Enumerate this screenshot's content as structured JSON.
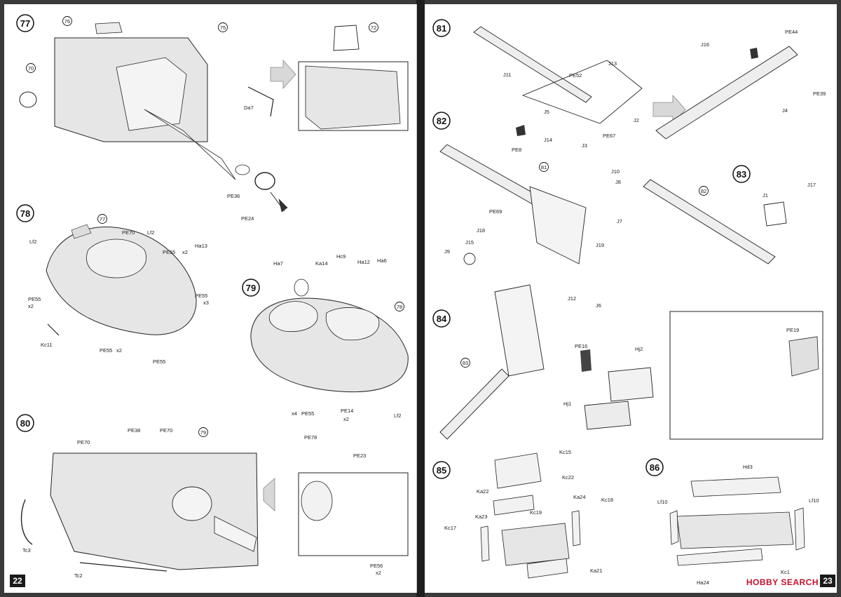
{
  "pages": {
    "left": {
      "number": "22",
      "steps": {
        "s77": {
          "num": "77",
          "parts": [
            "76",
            "75",
            "70",
            "72",
            "Da7",
            "PE36",
            "PE24"
          ]
        },
        "s78": {
          "num": "78",
          "parts": [
            "77",
            "PE70",
            "Lf2",
            "PE55",
            "x2",
            "Ha13",
            "Lf2",
            "PE55",
            "x2",
            "PE55",
            "x3",
            "Kc11",
            "PE55",
            "x2",
            "PE55"
          ]
        },
        "s79": {
          "num": "79",
          "parts": [
            "Ha7",
            "Ka14",
            "Hc9",
            "Ha12",
            "Ha6",
            "78",
            "x4",
            "PE55",
            "PE14",
            "x2",
            "Lf2",
            "PE78"
          ]
        },
        "s80": {
          "num": "80",
          "parts": [
            "PE70",
            "PE38",
            "PE70",
            "79",
            "PE23",
            "Tc3",
            "Tc2",
            "PE56",
            "x2"
          ]
        }
      }
    },
    "right": {
      "number": "23",
      "steps": {
        "s81": {
          "num": "81",
          "parts": [
            "J11",
            "J13",
            "PE52",
            "J5",
            "J14",
            "J3",
            "J2",
            "PE67",
            "PE8",
            "J16",
            "PE44",
            "J4",
            "PE39"
          ]
        },
        "s82": {
          "num": "82",
          "parts": [
            "81",
            "J10",
            "J8",
            "PE69",
            "J18",
            "J15",
            "J9",
            "J7",
            "J19"
          ]
        },
        "s83": {
          "num": "83",
          "parts": [
            "82",
            "J1",
            "J17",
            "PE19"
          ]
        },
        "s84": {
          "num": "84",
          "parts": [
            "J12",
            "J6",
            "PE16",
            "Hj2",
            "83",
            "Hj1"
          ]
        },
        "s85": {
          "num": "85",
          "parts": [
            "Kc15",
            "Kc22",
            "Ka22",
            "Ka24",
            "Kc18",
            "Kc19",
            "Ka23",
            "Kc17",
            "Ka21"
          ]
        },
        "s86": {
          "num": "86",
          "parts": [
            "Hd3",
            "Lf10",
            "Lf10",
            "Kc1",
            "Ha24"
          ]
        }
      }
    }
  },
  "watermark": "HOBBY SEARCH",
  "colors": {
    "fill_gray": "#e6e6e6",
    "line": "#222222",
    "ink": "#111111"
  }
}
